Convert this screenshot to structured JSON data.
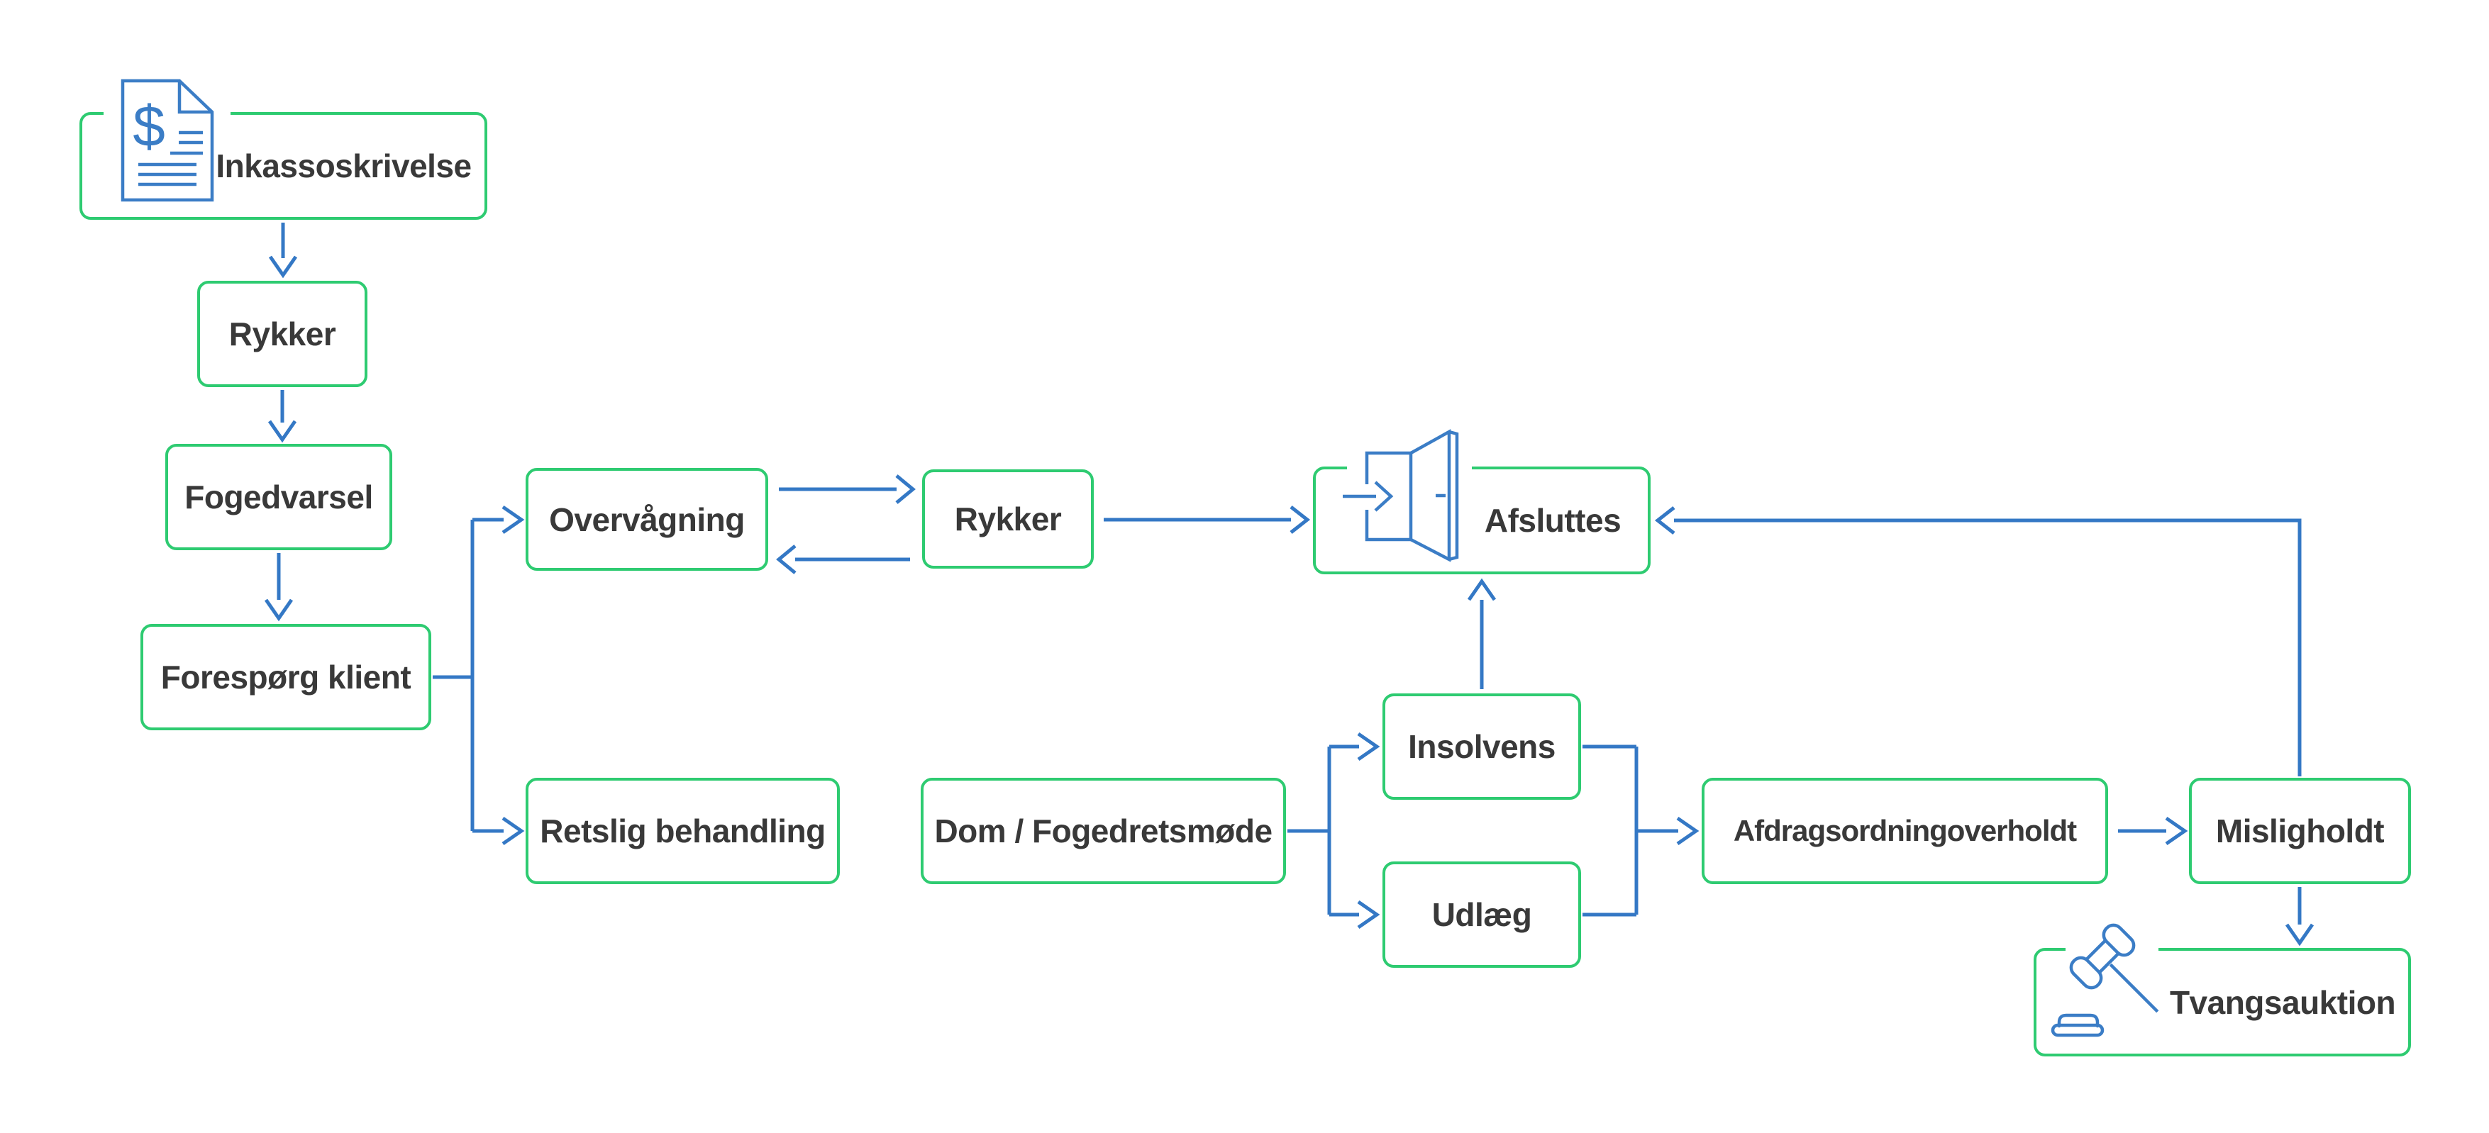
{
  "diagram": {
    "type": "flowchart",
    "language": "da",
    "colors": {
      "node_border": "#2ecb71",
      "connector": "#3478c5",
      "icon": "#3b7dc6",
      "label": "#393939",
      "background": "#ffffff"
    },
    "nodes": [
      {
        "id": "inkassoskrivelse",
        "label": "Inkassoskrivelse",
        "icon": "invoice-document-icon"
      },
      {
        "id": "rykker-1",
        "label": "Rykker"
      },
      {
        "id": "fogedvarsel",
        "label": "Fogedvarsel"
      },
      {
        "id": "forespoerg-klient",
        "label": "Forespørg klient"
      },
      {
        "id": "overvaagning",
        "label": "Overvågning"
      },
      {
        "id": "rykker-2",
        "label": "Rykker"
      },
      {
        "id": "afsluttes",
        "label": "Afsluttes",
        "icon": "exit-door-icon"
      },
      {
        "id": "retslig-behandling",
        "label": "Retslig behandling"
      },
      {
        "id": "dom-fogedretsmoede",
        "label": "Dom / Fogedretsmøde"
      },
      {
        "id": "insolvens",
        "label": "Insolvens"
      },
      {
        "id": "udlaeg",
        "label": "Udlæg"
      },
      {
        "id": "afdragsordning-overholdt",
        "label": "Afdragsordningoverholdt"
      },
      {
        "id": "misligholdt",
        "label": "Misligholdt"
      },
      {
        "id": "tvangsauktion",
        "label": "Tvangsauktion",
        "icon": "gavel-icon"
      }
    ],
    "edges": [
      {
        "from": "inkassoskrivelse",
        "to": "rykker-1"
      },
      {
        "from": "rykker-1",
        "to": "fogedvarsel"
      },
      {
        "from": "fogedvarsel",
        "to": "forespoerg-klient"
      },
      {
        "from": "forespoerg-klient",
        "to": "overvaagning"
      },
      {
        "from": "forespoerg-klient",
        "to": "retslig-behandling"
      },
      {
        "from": "overvaagning",
        "to": "rykker-2"
      },
      {
        "from": "rykker-2",
        "to": "overvaagning"
      },
      {
        "from": "rykker-2",
        "to": "afsluttes"
      },
      {
        "from": "retslig-behandling",
        "to": "dom-fogedretsmoede"
      },
      {
        "from": "dom-fogedretsmoede",
        "to": "insolvens"
      },
      {
        "from": "dom-fogedretsmoede",
        "to": "udlaeg"
      },
      {
        "from": "insolvens",
        "to": "afsluttes"
      },
      {
        "from": "insolvens",
        "to": "afdragsordning-overholdt"
      },
      {
        "from": "udlaeg",
        "to": "afdragsordning-overholdt"
      },
      {
        "from": "afdragsordning-overholdt",
        "to": "misligholdt"
      },
      {
        "from": "misligholdt",
        "to": "afsluttes"
      },
      {
        "from": "misligholdt",
        "to": "tvangsauktion"
      }
    ]
  }
}
